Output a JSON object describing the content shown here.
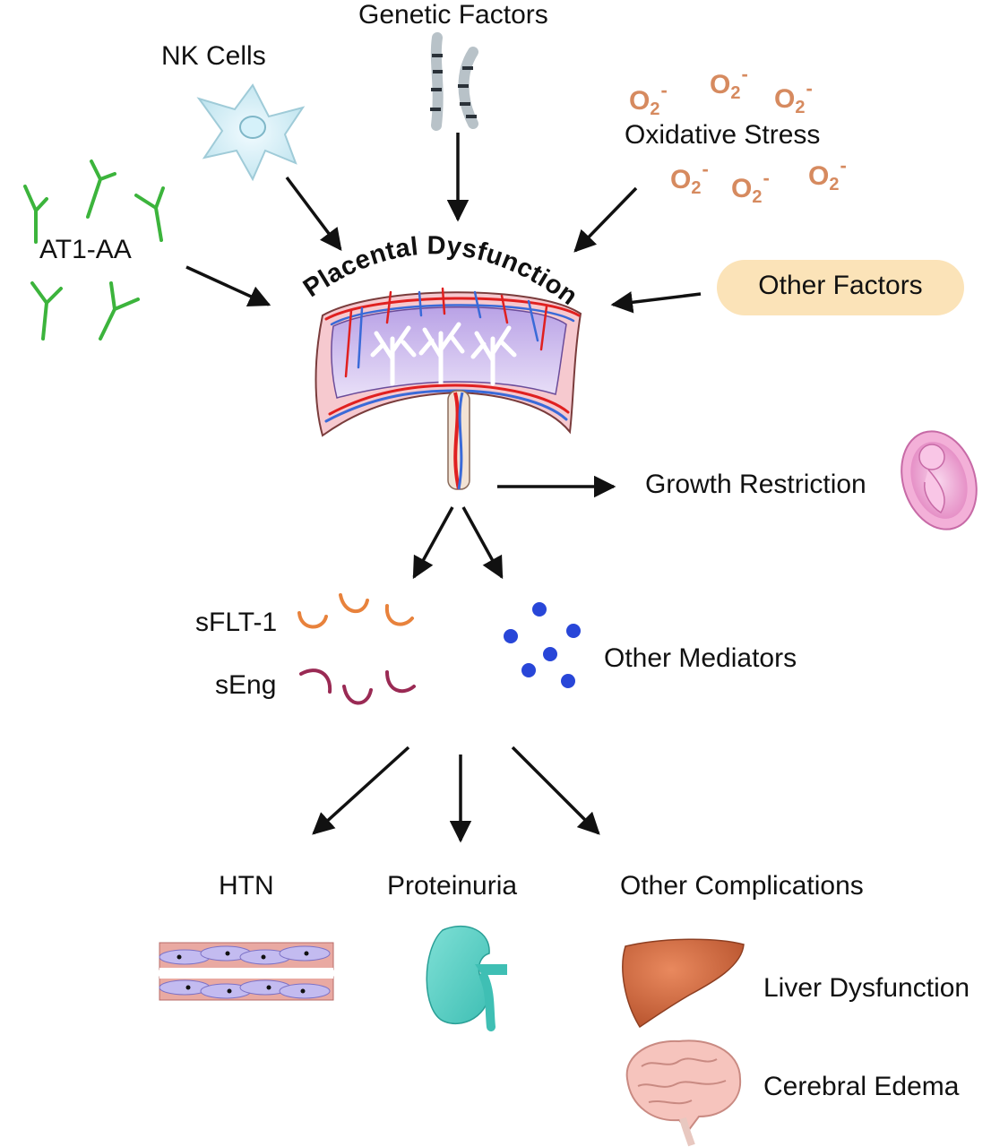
{
  "causes": {
    "nk_cells": "NK Cells",
    "genetic_factors": "Genetic Factors",
    "oxidative_stress": "Oxidative Stress",
    "at1_aa": "AT1-AA",
    "other_factors": "Other Factors",
    "o2_symbol": "O",
    "o2_sub": "2",
    "o2_sup": "-"
  },
  "center": {
    "title": "Placental Dysfunction"
  },
  "effects": {
    "growth_restriction": "Growth Restriction",
    "sflt1": "sFLT-1",
    "seng": "sEng",
    "other_mediators": "Other Mediators"
  },
  "outcomes": {
    "htn": "HTN",
    "proteinuria": "Proteinuria",
    "other_complications": "Other Complications",
    "liver_dysfunction": "Liver Dysfunction",
    "cerebral_edema": "Cerebral Edema"
  },
  "colors": {
    "antibody": "#3cb43c",
    "oxygen": "#d68a5f",
    "sflt1": "#e8823c",
    "seng": "#9a2a54",
    "mediator": "#2846d8",
    "placenta_fill": "#c9b6ea",
    "placenta_outer": "#f6c9cf",
    "artery": "#e02020",
    "vein": "#3a6ad8",
    "pill": "#fbe3b8"
  }
}
